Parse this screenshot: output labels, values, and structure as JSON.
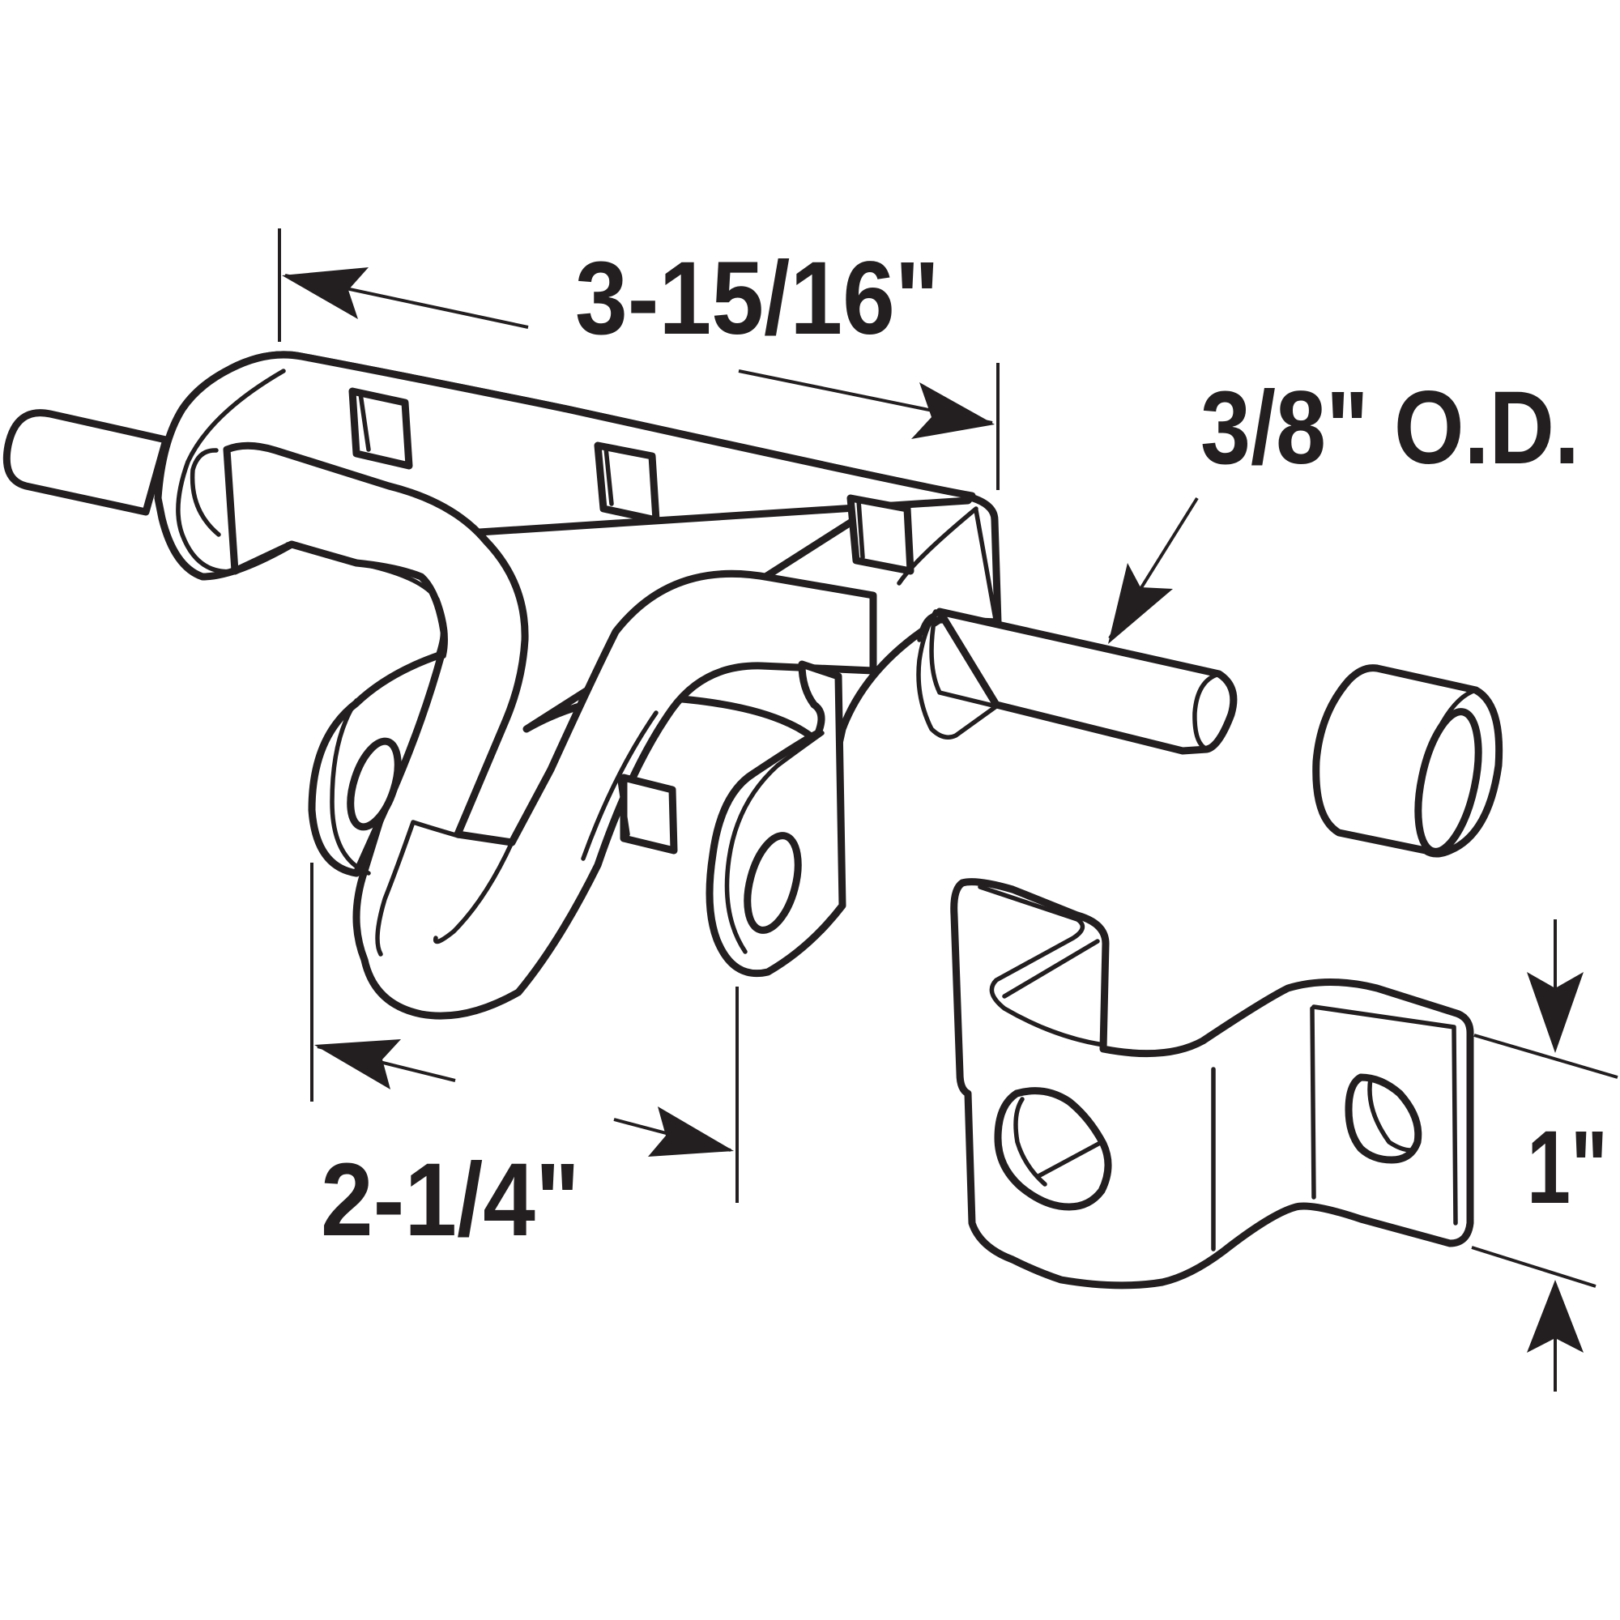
{
  "dimensions": {
    "overall_length": "3-15/16\"",
    "bolt_diameter": "3/8\" O.D.",
    "offset_height": "2-1/4\"",
    "keeper_width": "1\""
  },
  "colors": {
    "line": "#231f20",
    "background": "#ffffff"
  }
}
